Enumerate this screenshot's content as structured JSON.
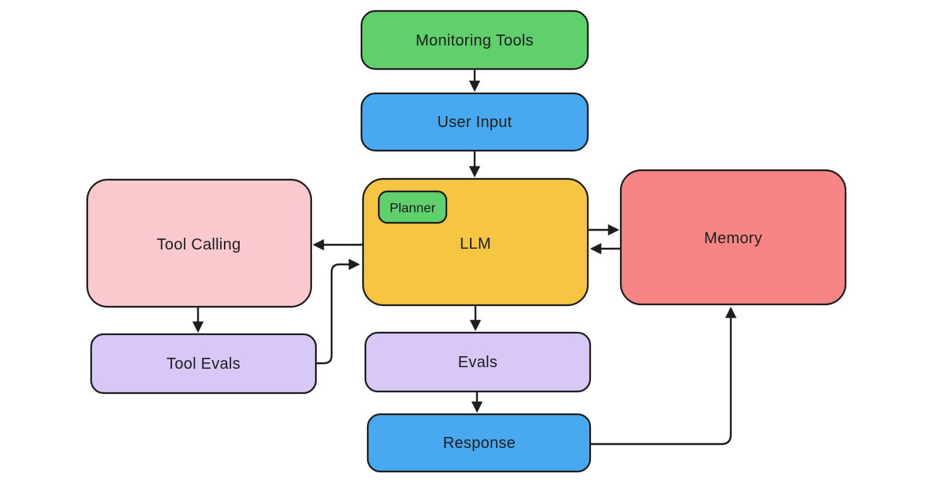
{
  "diagram": {
    "background": "#ffffff",
    "stroke_color": "#1e1e1e",
    "text_color": "#1d1d1d"
  },
  "nodes": {
    "monitoring_tools": {
      "label": "Monitoring Tools",
      "color": "#5fd06c"
    },
    "user_input": {
      "label": "User Input",
      "color": "#48a8f0"
    },
    "llm": {
      "label": "LLM",
      "color": "#f6c643"
    },
    "planner": {
      "label": "Planner",
      "color": "#5fd06c"
    },
    "tool_calling": {
      "label": "Tool Calling",
      "color": "#f9c9ce"
    },
    "tool_evals": {
      "label": "Tool Evals",
      "color": "#d8c8f7"
    },
    "evals": {
      "label": "Evals",
      "color": "#d8c8f7"
    },
    "response": {
      "label": "Response",
      "color": "#48a8f0"
    },
    "memory": {
      "label": "Memory",
      "color": "#f88585"
    }
  },
  "edges": [
    {
      "from": "Monitoring Tools",
      "to": "User Input"
    },
    {
      "from": "User Input",
      "to": "LLM"
    },
    {
      "from": "LLM",
      "to": "Tool Calling"
    },
    {
      "from": "Tool Calling",
      "to": "Tool Evals"
    },
    {
      "from": "Tool Evals",
      "to": "LLM"
    },
    {
      "from": "LLM",
      "to": "Memory"
    },
    {
      "from": "Memory",
      "to": "LLM"
    },
    {
      "from": "LLM",
      "to": "Evals"
    },
    {
      "from": "Evals",
      "to": "Response"
    },
    {
      "from": "Response",
      "to": "Memory"
    }
  ]
}
